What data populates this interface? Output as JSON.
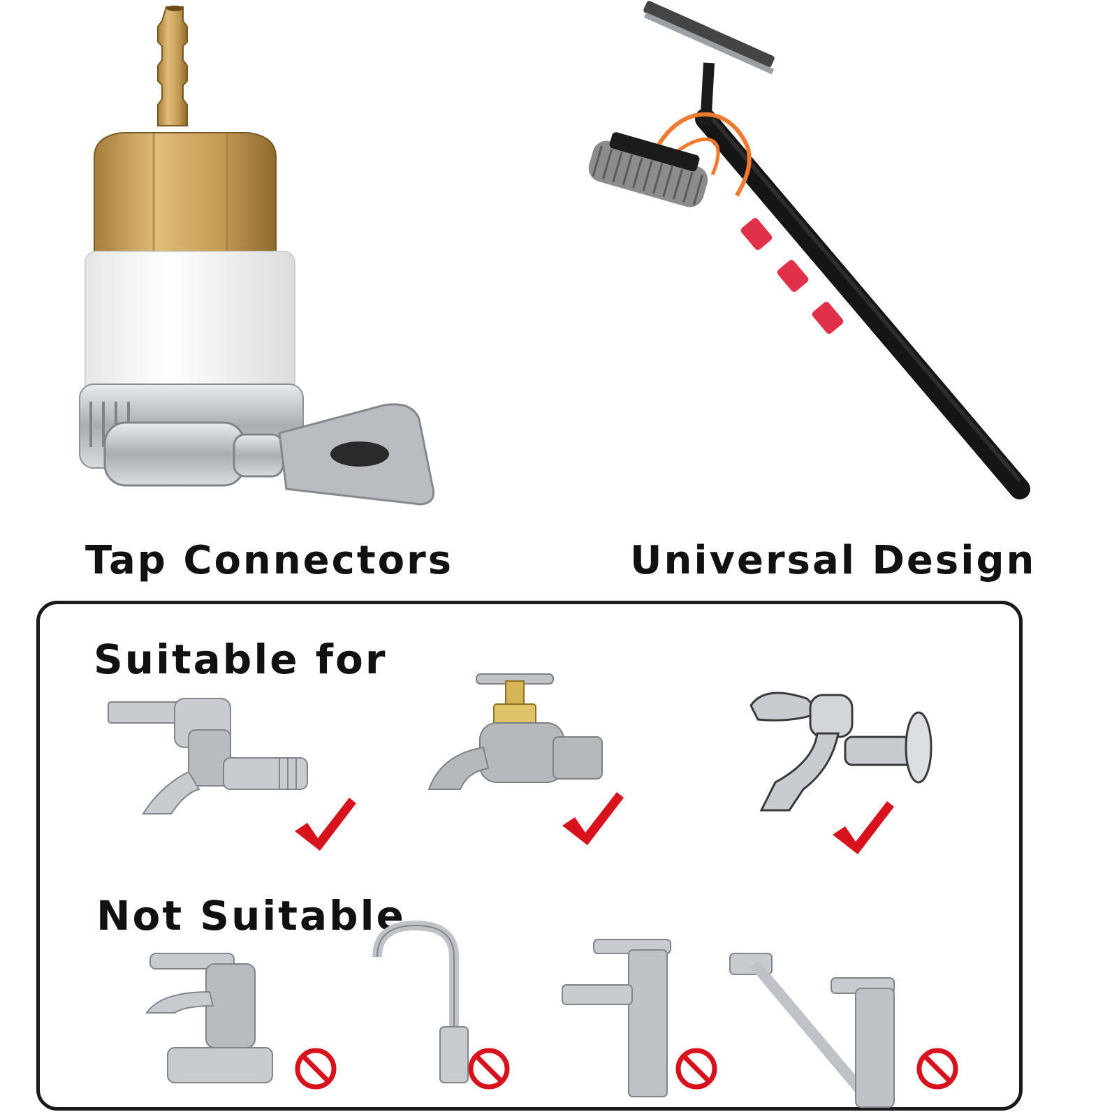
{
  "captions": {
    "left": "Tap Connectors",
    "right": "Universal Design"
  },
  "panel": {
    "suitable_heading": "Suitable for",
    "not_suitable_heading": "Not Suitable",
    "suitable_items": [
      {
        "icon": "lever-bib-tap",
        "mark": "check-icon"
      },
      {
        "icon": "cross-handle-bib-tap",
        "mark": "check-icon"
      },
      {
        "icon": "wall-mounted-lever-tap",
        "mark": "check-icon"
      }
    ],
    "not_suitable_items": [
      {
        "icon": "basin-mixer-tap",
        "mark": "prohibited-icon"
      },
      {
        "icon": "gooseneck-tap",
        "mark": "prohibited-icon"
      },
      {
        "icon": "single-lever-basin-tap",
        "mark": "prohibited-icon"
      },
      {
        "icon": "swivel-spout-kitchen-tap",
        "mark": "prohibited-icon"
      }
    ]
  },
  "colors": {
    "check": "#d8121c",
    "prohibited": "#d8121c",
    "brass": "#c9a05a",
    "chrome": "#c8ccd0",
    "pole": "#151515",
    "clip": "#e0304a",
    "hose": "#f07a30",
    "border": "#1a1a1a"
  }
}
